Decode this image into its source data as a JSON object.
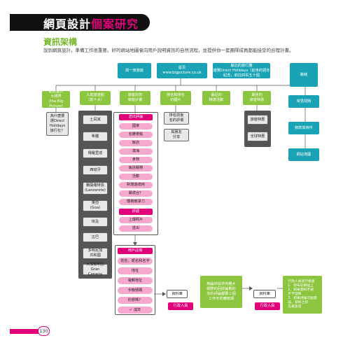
{
  "header": {
    "title_white": "網頁設計",
    "title_pink": "個案研究"
  },
  "section_title": "資訊架構",
  "intro": "說到網頁設計，準備工作很重要。好的網站地圖會向用戶說明資訊的自然流程，並提供你一套團隊成員都能接受的合理計畫。",
  "top": {
    "share": "與一家旅遊",
    "home_title": "首頁",
    "home_url": "www.bigpicture.co.uk",
    "promo": "最近的旅行團\n遊覽Direct Holidays（前身的週年\n紀念，前往四百五十個",
    "contact": "聯絡"
  },
  "level2": {
    "welcome": "歡迎進入\n大視界\n(the Big Picture)",
    "travel_guide": "人氣旅遊點\n（前十大）",
    "trip_planner": "旅客的你\n旅遊計畫",
    "feeds": "排名和排名\n的圖片",
    "recent": "最近的\n精選活動",
    "guides": "最佳的\n旅遊特惠",
    "faq": "常見問題",
    "terms": "條款與條件",
    "sitemap": "網站地圖"
  },
  "welcome_sub": "為什麼要\n選Direct\nHolidays\n旅行社？",
  "destinations": [
    "土耳其",
    "希臘",
    "傳羅里達",
    "西班牙",
    "蘭薩羅特島\n(Lanzarote)",
    "果亞\n(Goa)",
    "埃及",
    "古巴",
    "多明尼加\n共和國",
    "大加那利島\nGran Canaria"
  ],
  "feeds_sub": [
    "排名前後\n名的評價",
    "與朋友\n分享"
  ],
  "guides_sub": [
    "旅遊特惠",
    "全球特惠"
  ],
  "review": {
    "header": "送出評論",
    "items": [
      "國家",
      "名勝景點",
      "飯店",
      "濱海",
      "食物",
      "飯店服務",
      "活動",
      "對旅遊適用",
      "最適合？",
      "價格競爭力"
    ],
    "sub_header": "評語",
    "upload": "上傳照片",
    "submit": "送出"
  },
  "signup": {
    "header": "用戶註冊",
    "items": [
      "姓名，昵名和名字",
      "地址",
      "電郵地址",
      "手機號碼",
      "你想嗎？"
    ],
    "checkbox": "成年"
  },
  "flow": {
    "submit_a": "資料庫",
    "staff_a": "行政人員",
    "note": "無論你提供何種大\n網際的回評論數的\n你的評論都要三個\n工作天的審核期",
    "submit_b": "資料庫",
    "staff_b": "行政人員",
    "final": "行政人員進行檢查\n1．發布在網站上\n2．如果資料不適\n   不予發佈\n3．如果評論可能錯\n   誤，發佈之前\n   先再查證"
  },
  "page_number": "130"
}
